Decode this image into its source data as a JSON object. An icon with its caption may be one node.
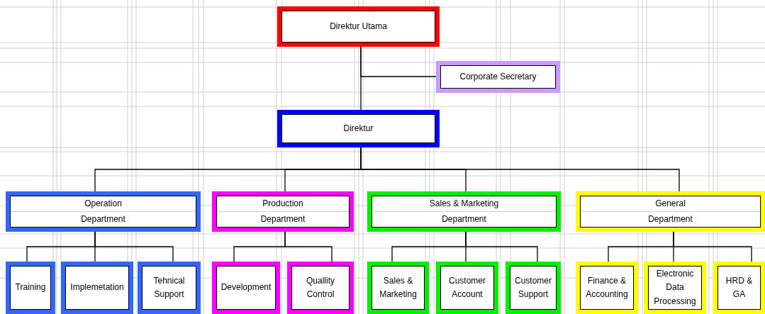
{
  "diagram": {
    "nodes": [
      {
        "text": [
          "Direktur Utama"
        ]
      },
      {
        "text": [
          "Corporate Secretary"
        ]
      },
      {
        "text": [
          "Direktur"
        ]
      },
      {
        "text": [
          "Operation",
          "Department"
        ]
      },
      {
        "text": [
          "Production",
          "Department"
        ]
      },
      {
        "text": [
          "Sales & Marketing",
          "Department"
        ]
      },
      {
        "text": [
          "General",
          "Department"
        ]
      },
      {
        "text": [
          "Training"
        ]
      },
      {
        "text": [
          "Implemetation"
        ]
      },
      {
        "text": [
          "Tehnical Support"
        ]
      },
      {
        "text": [
          "Development"
        ]
      },
      {
        "text": [
          "Quallity Control"
        ]
      },
      {
        "text": [
          "Sales & Marketing"
        ]
      },
      {
        "text": [
          "Customer Account"
        ]
      },
      {
        "text": [
          "Customer Support"
        ]
      },
      {
        "text": [
          "Finance & Accounting"
        ]
      },
      {
        "text": [
          "Electronic Data Processing"
        ]
      },
      {
        "text": [
          "HRD & GA"
        ]
      }
    ],
    "edges": [
      {
        "from": 0,
        "to": 1,
        "arrow": "none"
      },
      {
        "from": 0,
        "to": 2,
        "arrow": "none"
      },
      {
        "from": 2,
        "to": 3,
        "arrow": "none"
      },
      {
        "from": 2,
        "to": 4,
        "arrow": "none"
      },
      {
        "from": 2,
        "to": 5,
        "arrow": "none"
      },
      {
        "from": 2,
        "to": 6,
        "arrow": "none"
      },
      {
        "from": 3,
        "to": 7,
        "arrow": "none"
      },
      {
        "from": 3,
        "to": 8,
        "arrow": "none"
      },
      {
        "from": 3,
        "to": 9,
        "arrow": "none"
      },
      {
        "from": 4,
        "to": 10,
        "arrow": "none"
      },
      {
        "from": 4,
        "to": 11,
        "arrow": "none"
      },
      {
        "from": 5,
        "to": 12,
        "arrow": "none"
      },
      {
        "from": 5,
        "to": 13,
        "arrow": "none"
      },
      {
        "from": 5,
        "to": 14,
        "arrow": "none"
      },
      {
        "from": 6,
        "to": 15,
        "arrow": "none"
      },
      {
        "from": 6,
        "to": 16,
        "arrow": "none"
      },
      {
        "from": 6,
        "to": 17,
        "arrow": "none"
      }
    ]
  }
}
